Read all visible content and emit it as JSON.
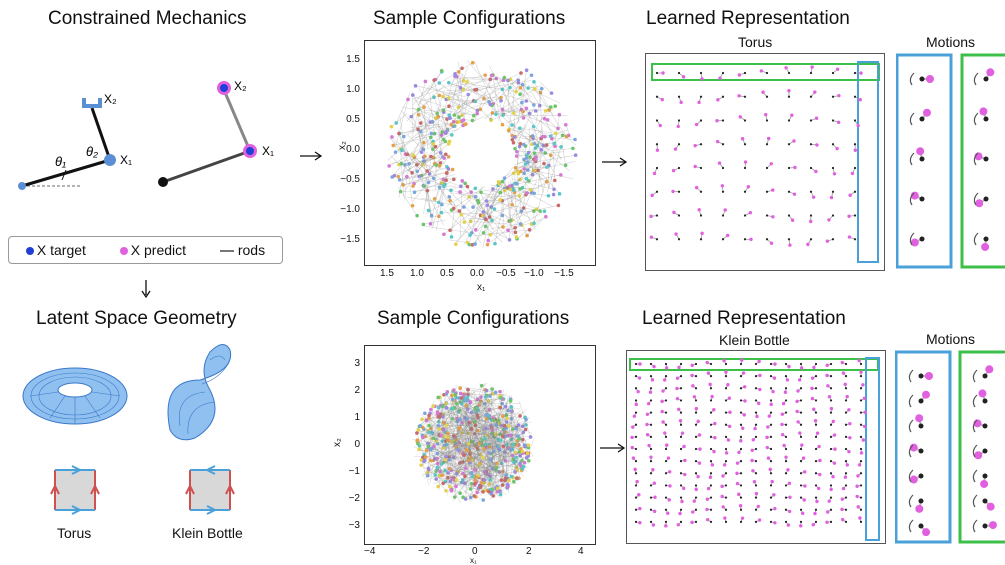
{
  "panels": {
    "constrained_mechanics": {
      "title": "Constrained Mechanics",
      "labels": {
        "x1": "X₁",
        "x2": "X₂",
        "theta1": "θ₁",
        "theta2": "θ₂",
        "x1_b": "X₁",
        "x2_b": "X₂"
      }
    },
    "legend": {
      "target": "X target",
      "predict": "X predict",
      "rods": "rods"
    },
    "latent_geometry": {
      "title": "Latent Space Geometry",
      "torus_label": "Torus",
      "klein_label": "Klein Bottle"
    },
    "sample_top": {
      "title": "Sample Configurations",
      "xlabel": "x₁",
      "ylabel": "x₂",
      "xticks": [
        "1.5",
        "1.0",
        "0.5",
        "0.0",
        "−0.5",
        "−1.0",
        "−1.5"
      ],
      "yticks": [
        "1.5",
        "1.0",
        "0.5",
        "0.0",
        "−0.5",
        "−1.0",
        "−1.5"
      ]
    },
    "sample_bottom": {
      "title": "Sample Configurations",
      "xlabel": "x₁",
      "ylabel": "x₂",
      "xticks": [
        "−4",
        "−2",
        "0",
        "2",
        "4"
      ],
      "yticks": [
        "3",
        "2",
        "1",
        "0",
        "−1",
        "−2",
        "−3"
      ]
    },
    "learned_top": {
      "title": "Learned Representation",
      "subtitle": "Torus",
      "motions": "Motions"
    },
    "learned_bottom": {
      "title": "Learned Representation",
      "subtitle": "Klein Bottle",
      "motions": "Motions"
    }
  },
  "colors": {
    "target": "#1f3fd6",
    "predict": "#e060e0",
    "rods": "#777777",
    "green_box": "#3cc04a",
    "blue_box": "#4aa0d8",
    "red_edge": "#d05050",
    "blue_arrow": "#4aa0d8",
    "torus_fill": "#8fc0f0"
  }
}
